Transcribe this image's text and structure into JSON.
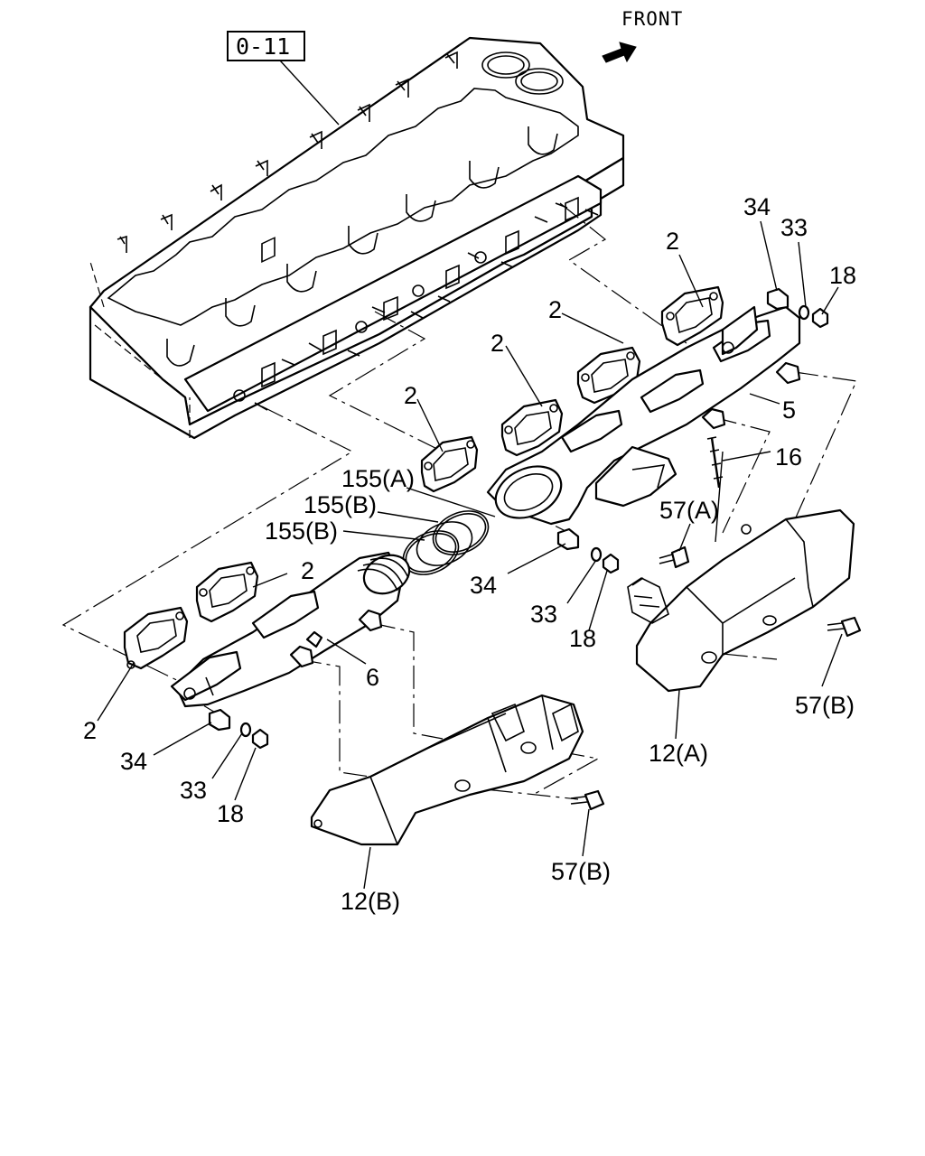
{
  "front_label": "FRONT",
  "reference_box": "0-11",
  "callouts": [
    {
      "id": "2-a",
      "text": "2"
    },
    {
      "id": "2-b",
      "text": "2"
    },
    {
      "id": "2-c",
      "text": "2"
    },
    {
      "id": "2-d",
      "text": "2"
    },
    {
      "id": "2-e",
      "text": "2"
    },
    {
      "id": "2-f",
      "text": "2"
    },
    {
      "id": "34-top",
      "text": "34"
    },
    {
      "id": "33-top",
      "text": "33"
    },
    {
      "id": "18-top",
      "text": "18"
    },
    {
      "id": "5",
      "text": "5"
    },
    {
      "id": "16",
      "text": "16"
    },
    {
      "id": "57a",
      "text": "57(A)"
    },
    {
      "id": "155a",
      "text": "155(A)"
    },
    {
      "id": "155b-1",
      "text": "155(B)"
    },
    {
      "id": "155b-2",
      "text": "155(B)"
    },
    {
      "id": "34-mid",
      "text": "34"
    },
    {
      "id": "33-mid",
      "text": "33"
    },
    {
      "id": "18-mid",
      "text": "18"
    },
    {
      "id": "6",
      "text": "6"
    },
    {
      "id": "34-bot",
      "text": "34"
    },
    {
      "id": "33-bot",
      "text": "33"
    },
    {
      "id": "18-bot",
      "text": "18"
    },
    {
      "id": "57b-right",
      "text": "57(B)"
    },
    {
      "id": "12a",
      "text": "12(A)"
    },
    {
      "id": "57b-bot",
      "text": "57(B)"
    },
    {
      "id": "12b",
      "text": "12(B)"
    }
  ]
}
